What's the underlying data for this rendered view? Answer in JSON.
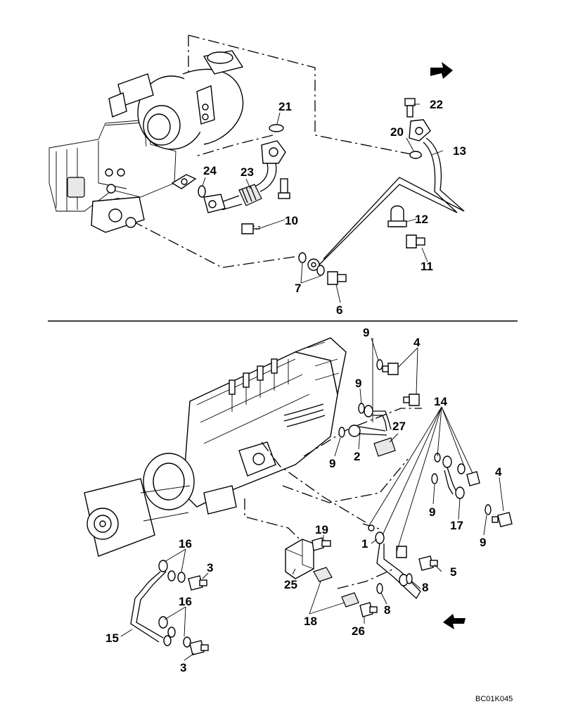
{
  "diagram": {
    "drawing_code": "BC01K045",
    "upper_callouts": {
      "c21": "21",
      "c22": "22",
      "c20": "20",
      "c13": "13",
      "c24": "24",
      "c23": "23",
      "c12": "12",
      "c10": "10",
      "c11": "11",
      "c7": "7",
      "c6": "6"
    },
    "lower_callouts": {
      "c9a": "9",
      "c4a": "4",
      "c9b": "9",
      "c14": "14",
      "c27": "27",
      "c9c": "9",
      "c2": "2",
      "c4b": "4",
      "c9d": "9",
      "c17": "17",
      "c9e": "9",
      "c19": "19",
      "c1": "1",
      "c16a": "16",
      "c3a": "3",
      "c5": "5",
      "c25": "25",
      "c8a": "8",
      "c8b": "8",
      "c16b": "16",
      "c18": "18",
      "c26": "26",
      "c15": "15",
      "c3b": "3"
    }
  }
}
